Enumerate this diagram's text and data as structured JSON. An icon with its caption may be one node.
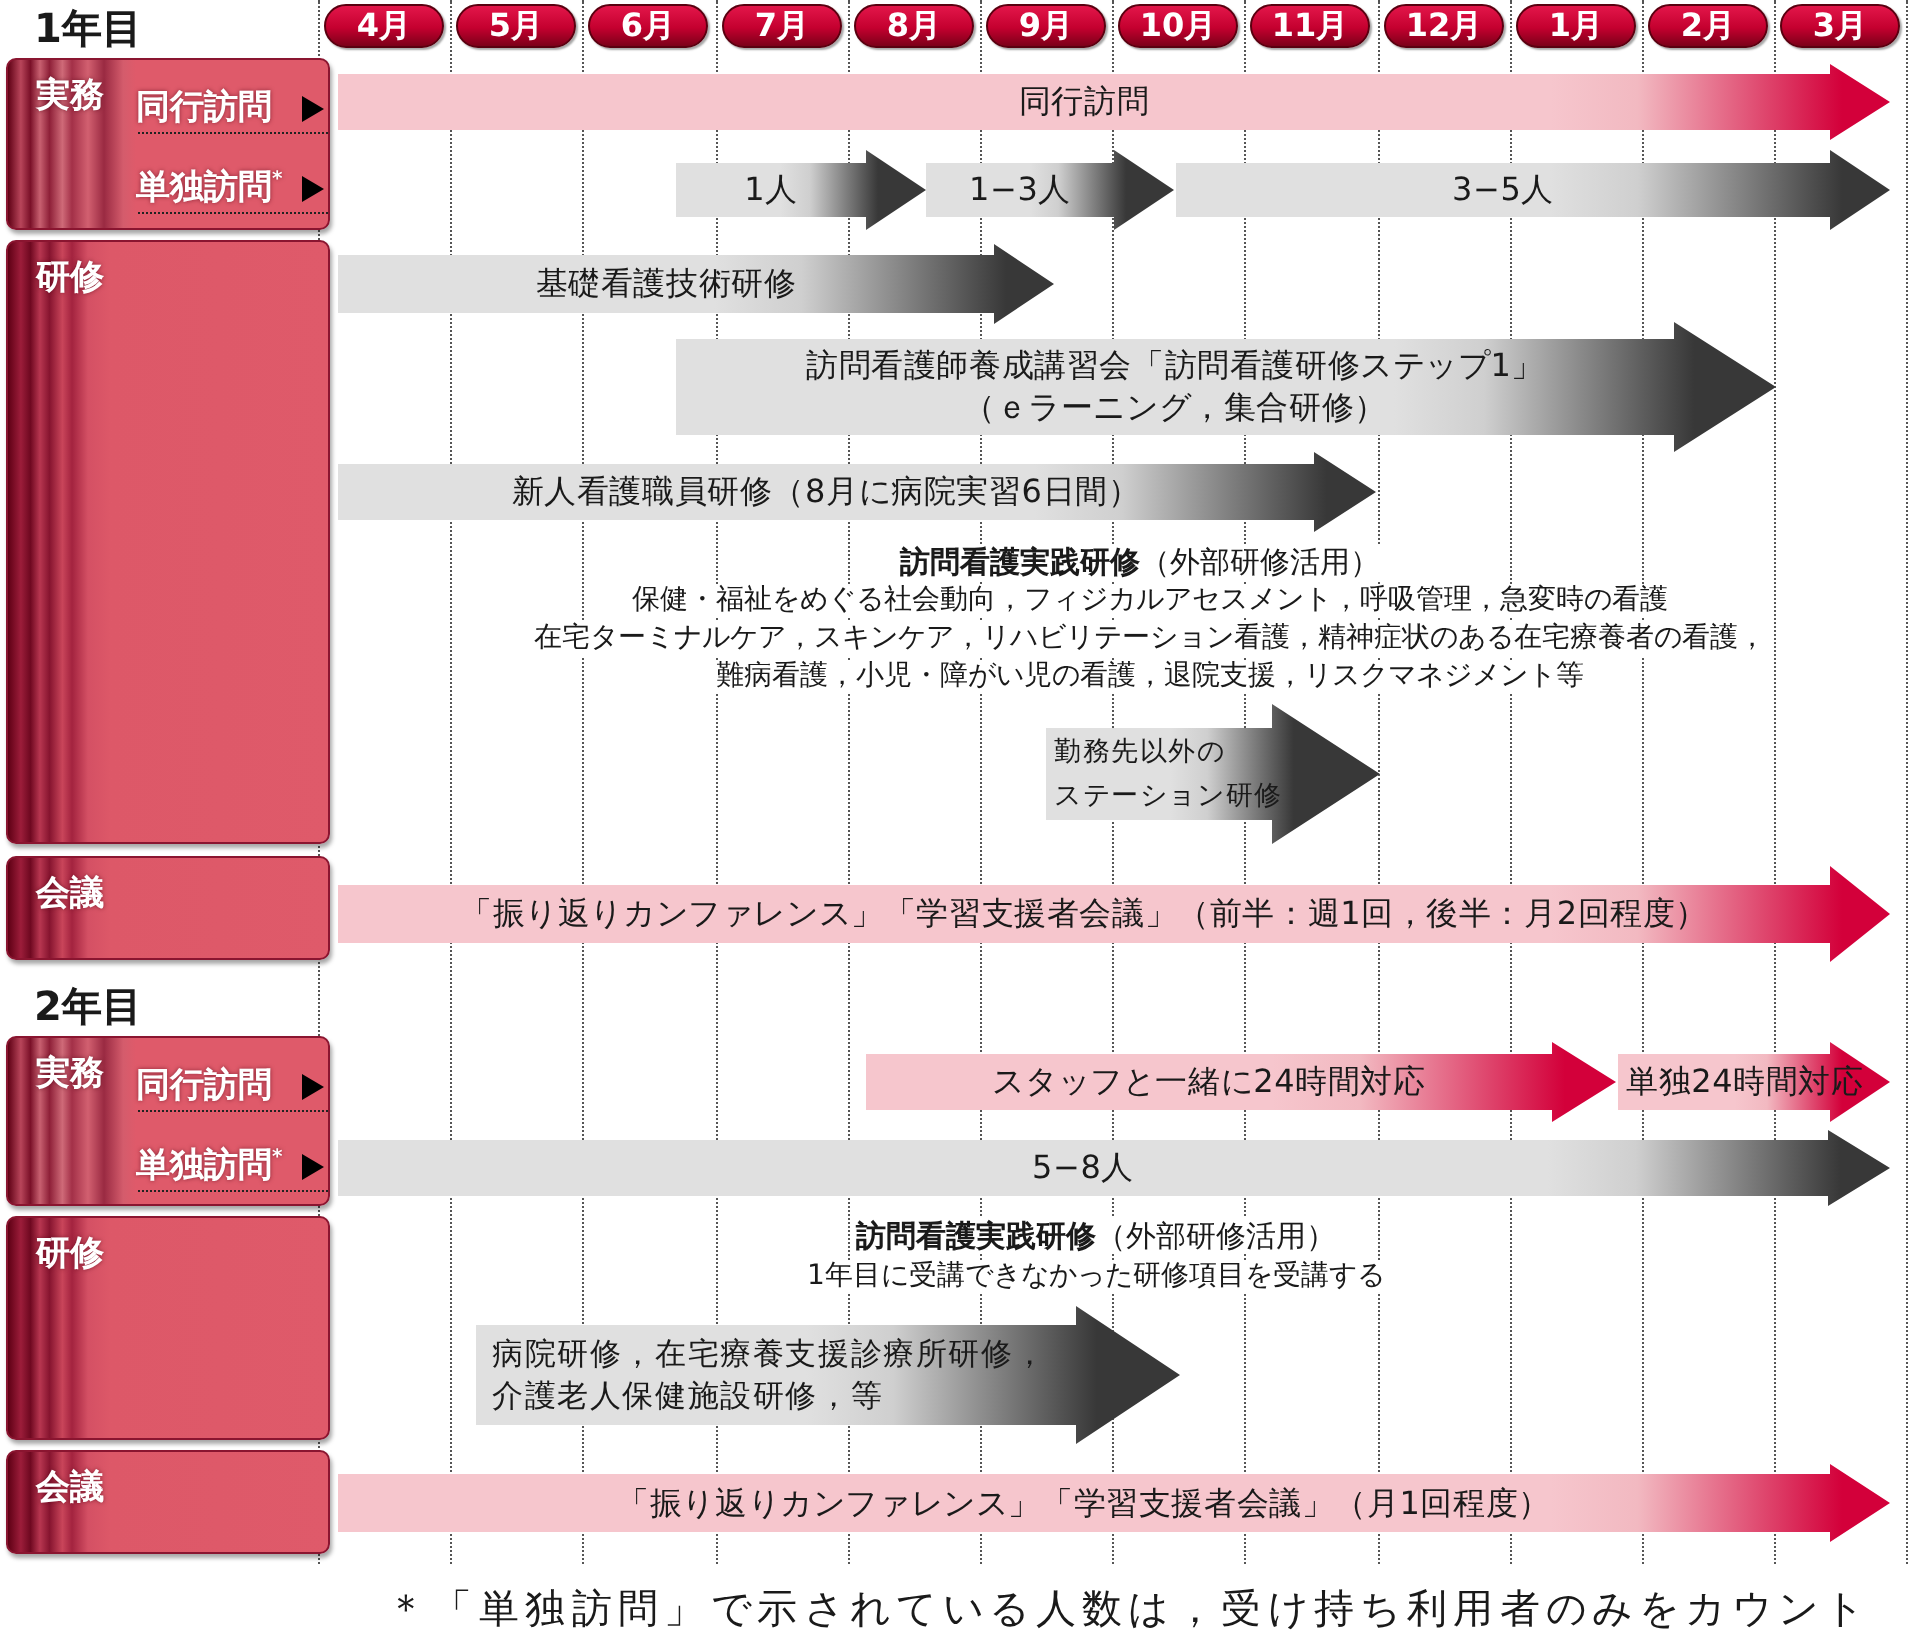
{
  "diagram": {
    "nodes": [
      {
        "text": [
          "4月"
        ]
      },
      {
        "text": [
          "5月"
        ]
      },
      {
        "text": [
          "6月"
        ]
      },
      {
        "text": [
          "7月"
        ]
      },
      {
        "text": [
          "8月"
        ]
      },
      {
        "text": [
          "9月"
        ]
      },
      {
        "text": [
          "10月"
        ]
      },
      {
        "text": [
          "11月"
        ]
      },
      {
        "text": [
          "12月"
        ]
      },
      {
        "text": [
          "1月"
        ]
      },
      {
        "text": [
          "2月"
        ]
      },
      {
        "text": [
          "3月"
        ]
      },
      {
        "text": [
          "実務",
          "同行訪問",
          "単独訪問$^{*}$"
        ]
      },
      {
        "text": [
          "同行訪問"
        ]
      },
      {
        "text": [
          "1人"
        ]
      },
      {
        "text": [
          "1−3人"
        ]
      },
      {
        "text": [
          "3−5人"
        ]
      },
      {
        "text": [
          "研修"
        ]
      },
      {
        "text": [
          "基礎看護技術研修"
        ]
      },
      {
        "text": [
          "訪問看護師養成講習会「訪問看護研修ステップ1」",
          "（ｅラーニング，集合研修）"
        ]
      },
      {
        "text": [
          "新人看護職員研修（8月に病院実習6日間）"
        ]
      },
      {
        "text": [
          "勤務先以外の",
          "ステーション研修"
        ]
      },
      {
        "text": [
          "会議"
        ]
      },
      {
        "text": [
          "「振り返りカンファレンス」「学習支援者会議」（前半：週1回，後半：月2回程度）"
        ]
      },
      {
        "text": [
          "実務",
          "同行訪問",
          "単独訪問$^{*}$"
        ]
      },
      {
        "text": [
          "スタッフと一緒に24時間対応"
        ]
      },
      {
        "text": [
          "単独24時間対応"
        ]
      },
      {
        "text": [
          "5−8人"
        ]
      },
      {
        "text": [
          "研修"
        ]
      },
      {
        "text": [
          "病院研修，在宅療養支援診療所研修，",
          "介護老人保健施設研修，等"
        ]
      },
      {
        "text": [
          "会議"
        ]
      },
      {
        "text": [
          "「振り返りカンファレンス」「学習支援者会議」（月1回程度）"
        ]
      }
    ],
    "labels": [
      "1年目",
      "**訪問看護実践研修**（外部研修活用）",
      "保健・福祉をめぐる社会動向，フィジカルアセスメント，呼吸管理，急変時の看護",
      "在宅ターミナルケア，スキンケア，リハビリテーション看護，精神症状のある在宅療養者の看護，",
      "難病看護，小児・障がい児の看護，退院支援，リスクマネジメント等",
      "2年目",
      "**訪問看護実践研修**（外部研修活用）",
      "1年目に受講できなかった研修項目を受講する",
      "＊「単独訪問」で示されている人数は，受け持ち利用者のみをカウント"
    ]
  }
}
